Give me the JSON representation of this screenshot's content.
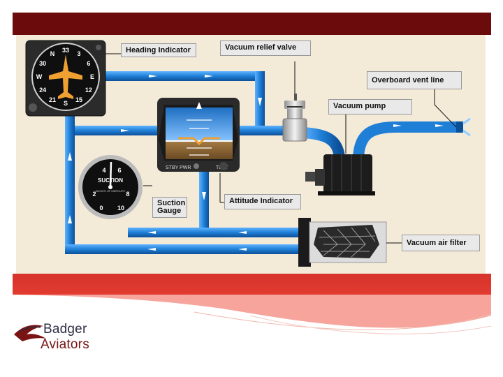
{
  "slide": {
    "accent_dark": "#6b0b0b",
    "accent_red": "#e23c31",
    "panel_bg": "#f4ead8",
    "pipe_color": "#1f7fd6"
  },
  "diagram": {
    "callouts": {
      "heading_indicator": "Heading Indicator",
      "vacuum_relief_valve": "Vacuum relief valve",
      "overboard_vent_line": "Overboard vent line",
      "vacuum_pump": "Vacuum pump",
      "suction_gauge_line1": "Suction",
      "suction_gauge_line2": "Gauge",
      "attitude_indicator": "Attitude Indicator",
      "vacuum_air_filter": "Vacuum air filter"
    },
    "suction_gauge": {
      "label": "SUCTION",
      "sublabel": "INCHES OF MERCURY",
      "ticks": [
        "0",
        "2",
        "4",
        "6",
        "8",
        "10"
      ]
    },
    "heading_indicator": {
      "ticks": [
        "33",
        "3",
        "6",
        "E",
        "12",
        "15",
        "S",
        "21",
        "24",
        "W",
        "30",
        "N"
      ]
    },
    "attitude_indicator": {
      "stby_pwr": "STBY PWR",
      "test": "TEST"
    }
  },
  "logo": {
    "line1": "Badger",
    "line2": "Aviators",
    "icon": "bird-wing-icon"
  }
}
